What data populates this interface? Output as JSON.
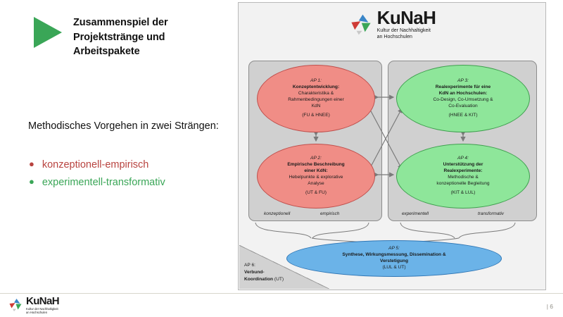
{
  "slide": {
    "title": "Zusammenspiel der Projektstränge und Arbeitspakete",
    "lead": "Methodisches Vorgehen in zwei Strängen:",
    "bullets": [
      {
        "text": "konzeptionell-empirisch",
        "color": "#b8433f"
      },
      {
        "text": "experimentell-transformativ",
        "color": "#3aa657"
      }
    ],
    "page_number": "| 6"
  },
  "brand": {
    "name": "KuNaH",
    "tagline_line1": "Kultur der Nachhaltigkeit",
    "tagline_line2": "an Hochschulen",
    "colors": {
      "blue": "#3a86c8",
      "red": "#cf3b36",
      "green": "#3aa657",
      "gray": "#c9c9c9"
    }
  },
  "diagram": {
    "group_left_labels": [
      "konzeptionell",
      "empirisch"
    ],
    "group_right_labels": [
      "experimentell",
      "transformativ"
    ],
    "packages": [
      {
        "id": "ap1",
        "num": "AP 1:",
        "heading": "Konzeptentwicklung:",
        "body_line1": "Charakteristika &",
        "body_line2": "Rahmenbedingungen einer",
        "body_line3": "KdN",
        "institutions": "(FU & HNEE)",
        "color": "#f08d86"
      },
      {
        "id": "ap2",
        "num": "AP 2:",
        "heading": "Empirische Beschreibung",
        "body_line1": "einer KdN:",
        "body_line2": "Hebelpunkte & explorative",
        "body_line3": "Analyse",
        "institutions": "(UT & FU)",
        "color": "#f08d86"
      },
      {
        "id": "ap3",
        "num": "AP 3:",
        "heading": "Realexperimente für eine",
        "body_line1": "KdN an Hochschulen:",
        "body_line2": "Co-Design, Co-Umsetzung &",
        "body_line3": "Co-Evaluation",
        "institutions": "(HNEE & KIT)",
        "color": "#8ee69a"
      },
      {
        "id": "ap4",
        "num": "AP 4:",
        "heading": "Unterstützung der",
        "body_line1": "Realexperimente:",
        "body_line2": "Methodische &",
        "body_line3": "konzeptionelle Begleitung",
        "institutions": "(KIT & LUL)",
        "color": "#8ee69a"
      },
      {
        "id": "ap5",
        "num": "AP 5:",
        "heading": "Synthese, Wirkungsmessung, Dissemination &",
        "body_line1": "Verstetigung",
        "body_line2": "",
        "body_line3": "",
        "institutions": "(LUL & UT)",
        "color": "#6bb3e8"
      }
    ],
    "coordination": {
      "num": "AP 6:",
      "line1": "Verbund-",
      "line2": "Koordination",
      "institutions": "(UT)"
    }
  }
}
